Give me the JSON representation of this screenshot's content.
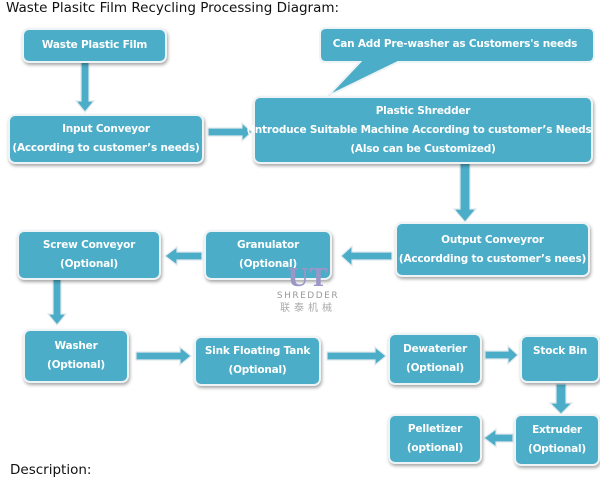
{
  "title": "Waste Plasitc Film Recycling Processing Diagram:",
  "description_heading": "Description:",
  "colors": {
    "box_fill": "#4badc7",
    "box_border": "#eef3f5",
    "text": "#ffffff",
    "watermark": "#9a96c8"
  },
  "callout": {
    "text": "Can Add Pre-washer as Customers's needs"
  },
  "nodes": {
    "waste_film": {
      "line1": "Waste Plastic Film"
    },
    "input_conveyor": {
      "line1": "Input Conveyor",
      "line2": "(According to customer’s needs)"
    },
    "plastic_shredder": {
      "line1": "Plastic Shredder",
      "line2": "(Introduce Suitable Machine According to customer’s Needs )",
      "line3": "(Also can be Customized)"
    },
    "output_conveyor": {
      "line1": "Output Conveyror",
      "line2": "(Accordding to customer’s nees)"
    },
    "granulator": {
      "line1": "Granulator",
      "line2": "(Optional)"
    },
    "screw_conveyor": {
      "line1": "Screw Conveyor",
      "line2": "(Optional)"
    },
    "washer": {
      "line1": "Washer",
      "line2": "(Optional)"
    },
    "sink_floating_tank": {
      "line1": "Sink Floating Tank",
      "line2": "(Optional)"
    },
    "dewaterier": {
      "line1": "Dewaterier",
      "line2": "(Optional)"
    },
    "stock_bin": {
      "line1": "Stock Bin"
    },
    "extruder": {
      "line1": "Extruder",
      "line2": "(Optional)"
    },
    "pelletizer": {
      "line1": "Pelletizer",
      "line2": "(optional)"
    }
  },
  "edges": [
    [
      "waste_film",
      "input_conveyor"
    ],
    [
      "input_conveyor",
      "plastic_shredder"
    ],
    [
      "plastic_shredder",
      "output_conveyor"
    ],
    [
      "output_conveyor",
      "granulator"
    ],
    [
      "granulator",
      "screw_conveyor"
    ],
    [
      "screw_conveyor",
      "washer"
    ],
    [
      "washer",
      "sink_floating_tank"
    ],
    [
      "sink_floating_tank",
      "dewaterier"
    ],
    [
      "dewaterier",
      "stock_bin"
    ],
    [
      "stock_bin",
      "extruder"
    ],
    [
      "extruder",
      "pelletizer"
    ]
  ],
  "watermark": {
    "logo": "UT",
    "brand": "SHREDDER",
    "chinese": "联泰机械"
  }
}
